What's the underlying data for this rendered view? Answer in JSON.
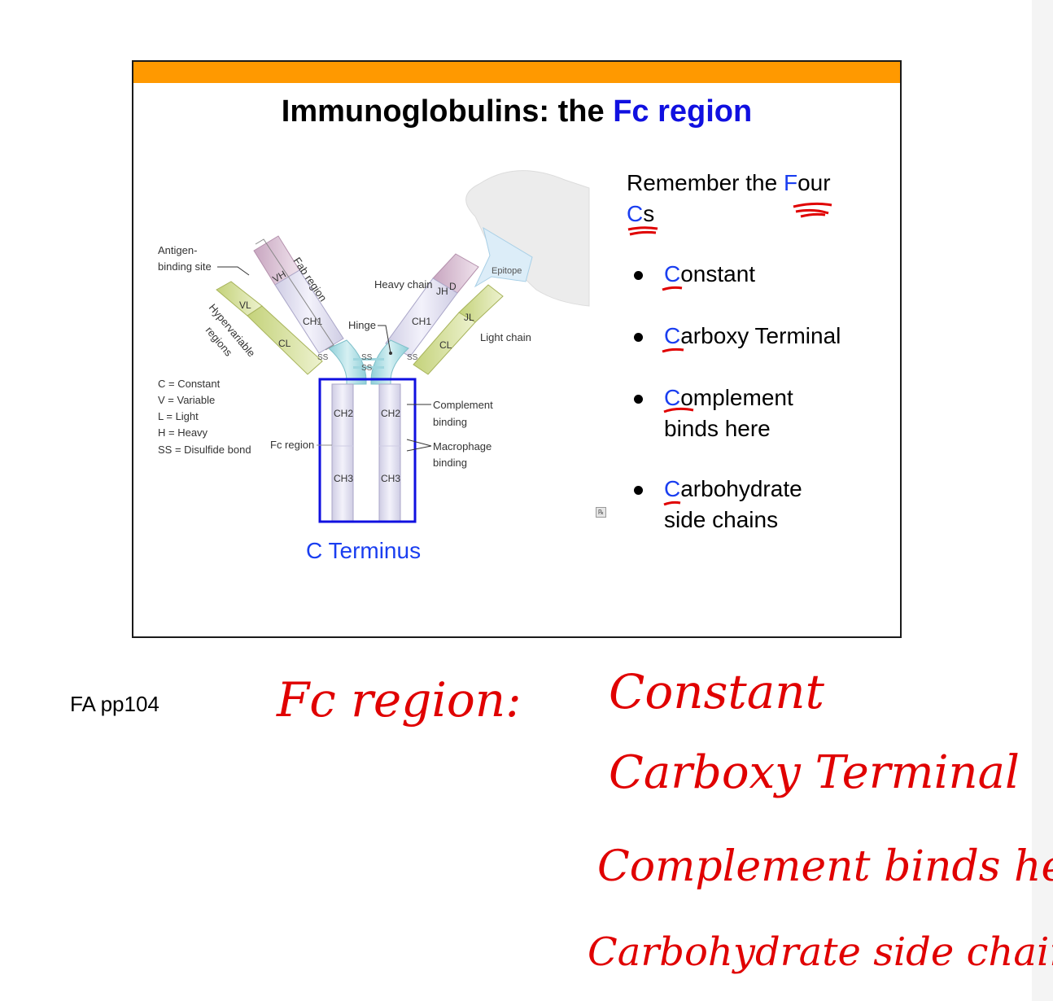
{
  "slide": {
    "title_main": "Immunoglobulins: the",
    "title_accent": "Fc region",
    "colors": {
      "header_bar": "#ff9900",
      "accent_blue": "#1a3ef0",
      "ink_red": "#e00000"
    },
    "diagram": {
      "labels": {
        "antigen_binding_line1": "Antigen-",
        "antigen_binding_line2": "binding site",
        "fab_region": "Fab region",
        "hypervariable_line1": "Hypervariable",
        "hypervariable_line2": "regions",
        "heavy_chain": "Heavy chain",
        "hinge": "Hinge",
        "epitope": "Epitope",
        "light_chain": "Light chain",
        "fc_region": "Fc region",
        "complement_line1": "Complement",
        "complement_line2": "binding",
        "macrophage_line1": "Macrophage",
        "macrophage_line2": "binding",
        "ss": "SS"
      },
      "legend": [
        "C = Constant",
        "V = Variable",
        "L = Light",
        "H = Heavy",
        "SS = Disulfide bond"
      ],
      "domains": {
        "vh": "VH",
        "vl": "VL",
        "ch1": "CH1",
        "cl": "CL",
        "ch2": "CH2",
        "ch3": "CH3",
        "jh": "JH",
        "d": "D",
        "jl": "JL"
      }
    },
    "c_terminus": "C Terminus",
    "remember": {
      "prefix": "Remember the ",
      "four_first": "F",
      "four_rest": "our",
      "cs_first": "C",
      "cs_rest": "s"
    },
    "four_cs": [
      {
        "first": "C",
        "rest": "onstant"
      },
      {
        "first": "C",
        "rest": "arboxy Terminal"
      },
      {
        "first": "C",
        "rest": "omplement binds here"
      },
      {
        "first": "C",
        "rest": "arbohydrate side chains"
      }
    ]
  },
  "page_reference": "FA pp104",
  "handwritten_notes": {
    "fc_region": "Fc region:",
    "lines": [
      "Constant",
      "Carboxy Terminal",
      "Complement binds here",
      "Carbohydrate side chains"
    ]
  }
}
